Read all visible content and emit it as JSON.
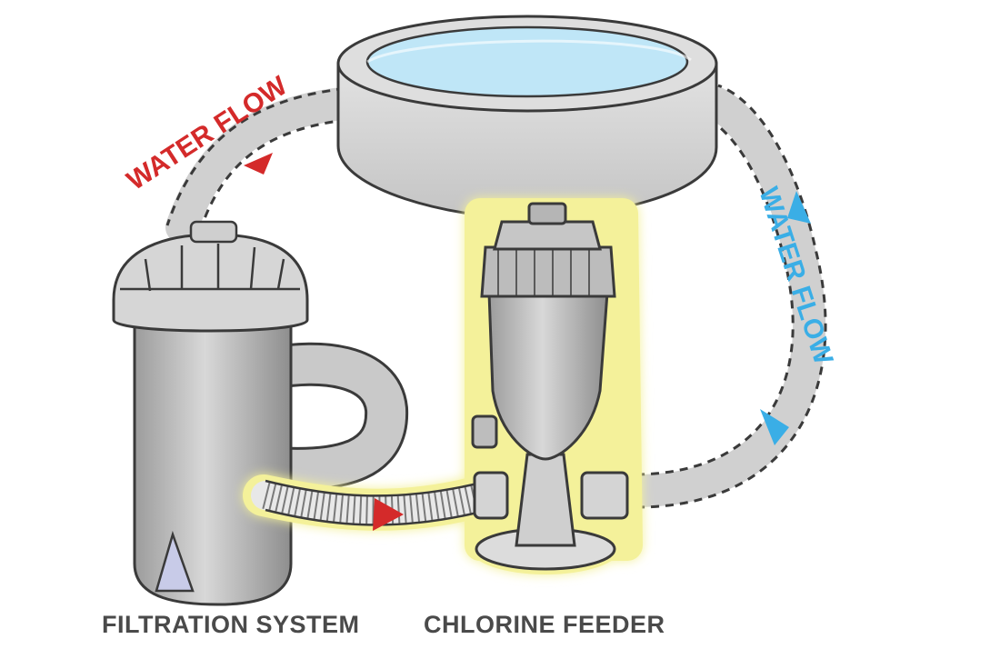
{
  "labels": {
    "water_flow_left": "WATER FLOW",
    "water_flow_right": "WATER FLOW",
    "filtration_system": "FILTRATION SYSTEM",
    "chlorine_feeder": "CHLORINE FEEDER"
  },
  "colors": {
    "flow_left": "#d42a2a",
    "flow_right": "#3aaee6",
    "outline": "#3a3a3a",
    "body_gray": "#b9b9b9",
    "water": "#bfe6f7",
    "highlight_glow": "#f4f19a"
  },
  "icons": [
    "pool-icon",
    "filter-pump-icon",
    "chlorine-feeder-icon",
    "flow-arrow-icon"
  ]
}
